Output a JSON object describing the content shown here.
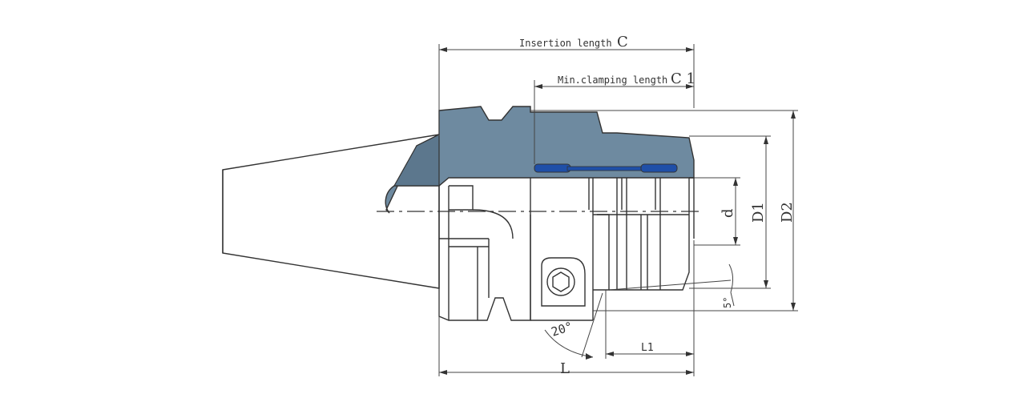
{
  "colors": {
    "holder_section": "#6e8aa0",
    "holder_section_dark": "#5c778d",
    "clamping_insert": "#1f4fa8",
    "line": "#333333",
    "background": "#ffffff"
  },
  "dimensions": {
    "insertion_length": {
      "text": "Insertion length",
      "symbol": "C"
    },
    "min_clamping_length": {
      "text": "Min.clamping length",
      "symbol": "C 1"
    },
    "bore_diameter": "d",
    "diameter_1": "D1",
    "diameter_2": "D2",
    "overall_length": "L",
    "length_1": "L1",
    "angle_20": "20°",
    "angle_5": "5°"
  }
}
